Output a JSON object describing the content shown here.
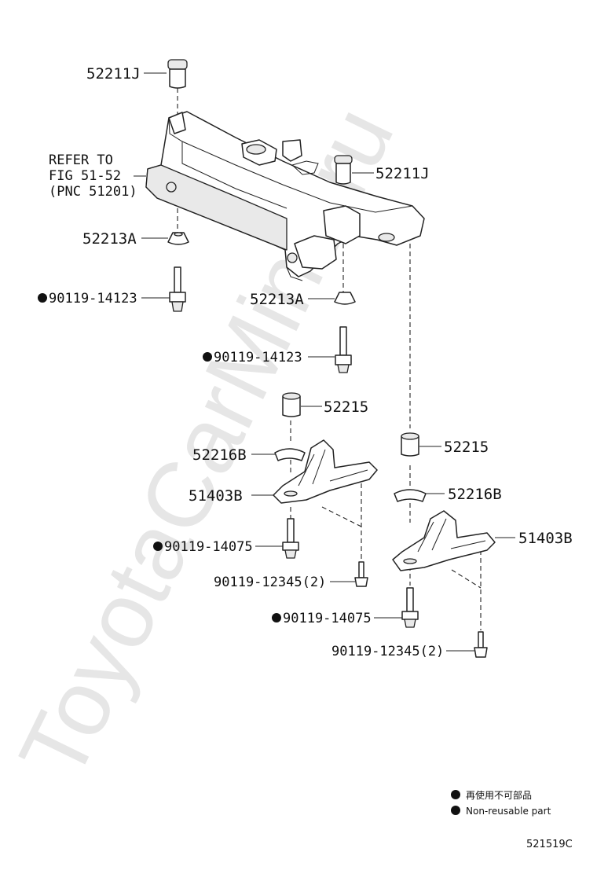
{
  "watermark": "ToyotaCarMine.ru",
  "diagram_code": "521519C",
  "reference_note": {
    "line1": "REFER TO",
    "line2": "FIG 51-52",
    "line3": "(PNC 51201)"
  },
  "callouts": {
    "bushing_top_left": "52211J",
    "bushing_top_right": "52211J",
    "stopper_left": "52213A",
    "stopper_right": "52213A",
    "bolt_left": "90119-14123",
    "bolt_right": "90119-14123",
    "bushing_mid_left": "52215",
    "bushing_mid_right": "52215",
    "retainer_left": "52216B",
    "retainer_right": "52216B",
    "brace_left": "51403B",
    "brace_right": "51403B",
    "brace_bolt_left": "90119-14075",
    "brace_bolt_right": "90119-14075",
    "screw_left": "90119-12345(2)",
    "screw_right": "90119-12345(2)"
  },
  "legend": {
    "japanese": "再使用不可部品",
    "english": "Non-reusable part"
  }
}
